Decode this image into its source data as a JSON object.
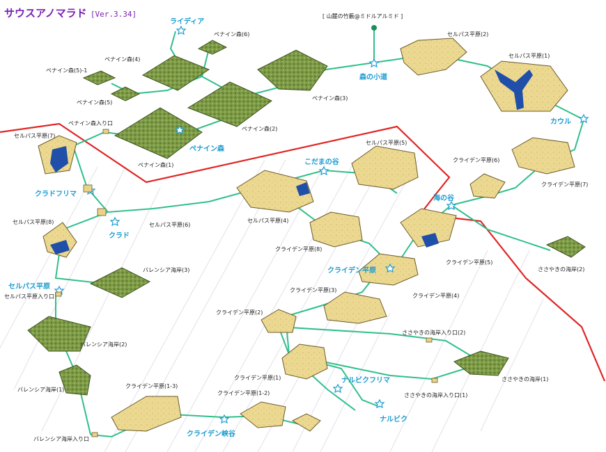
{
  "header": {
    "title": "サウスアノマラド",
    "version": "[Ver.3.34]"
  },
  "colors": {
    "route": "#2fbf8a",
    "border": "#e02424",
    "forest": "#7a9a45",
    "field": "#e8d389",
    "water": "#1f4fa8",
    "town": "#1a9bd1"
  },
  "areas": [
    {
      "id": "penain6",
      "label": "ペナイン森(6)",
      "type": "forest"
    },
    {
      "id": "penain4",
      "label": "ペナイン森(4)",
      "type": "forest"
    },
    {
      "id": "penain5_1",
      "label": "ペナイン森(5)-1",
      "type": "forest"
    },
    {
      "id": "penain5",
      "label": "ペナイン森(5)",
      "type": "forest"
    },
    {
      "id": "penain3",
      "label": "ペナイン森(3)",
      "type": "forest"
    },
    {
      "id": "penain2",
      "label": "ペナイン森(2)",
      "type": "forest"
    },
    {
      "id": "penain1",
      "label": "ペナイン森(1)",
      "type": "forest"
    },
    {
      "id": "penain_entrance",
      "label": "ペナイン森入り口",
      "type": "forest"
    },
    {
      "id": "selpas2",
      "label": "セルパス平原(2)",
      "type": "field"
    },
    {
      "id": "selpas1",
      "label": "セルパス平原(1)",
      "type": "field"
    },
    {
      "id": "selpas7",
      "label": "セルパス平原(7)",
      "type": "field"
    },
    {
      "id": "selpas5",
      "label": "セルパス平原(5)",
      "type": "field"
    },
    {
      "id": "selpas4",
      "label": "セルパス平原(4)",
      "type": "field"
    },
    {
      "id": "selpas6",
      "label": "セルパス平原(6)",
      "type": "field"
    },
    {
      "id": "selpas8",
      "label": "セルパス平原(8)",
      "type": "field"
    },
    {
      "id": "selpas_entrance",
      "label": "セルパス平原入り口",
      "type": "field"
    },
    {
      "id": "kraiden6",
      "label": "クライデン平原(6)",
      "type": "field"
    },
    {
      "id": "kraiden7",
      "label": "クライデン平原(7)",
      "type": "field"
    },
    {
      "id": "kraiden8",
      "label": "クライデン平原(8)",
      "type": "field"
    },
    {
      "id": "kraiden5",
      "label": "クライデン平原(5)",
      "type": "field"
    },
    {
      "id": "kraiden3",
      "label": "クライデン平原(3)",
      "type": "field"
    },
    {
      "id": "kraiden4",
      "label": "クライデン平原(4)",
      "type": "field"
    },
    {
      "id": "kraiden2",
      "label": "クライデン平原(2)",
      "type": "field"
    },
    {
      "id": "kraiden1",
      "label": "クライデン平原(1)",
      "type": "field"
    },
    {
      "id": "kraiden1_2",
      "label": "クライデン平原(1-2)",
      "type": "field"
    },
    {
      "id": "kraiden1_3",
      "label": "クライデン平原(1-3)",
      "type": "field"
    },
    {
      "id": "valencia3",
      "label": "バレンシア海岸(3)",
      "type": "forest"
    },
    {
      "id": "valencia2",
      "label": "バレンシア海岸(2)",
      "type": "forest"
    },
    {
      "id": "valencia1",
      "label": "バレンシア海岸(1)",
      "type": "forest"
    },
    {
      "id": "valencia_entrance",
      "label": "バレンシア海岸入り口",
      "type": "field"
    },
    {
      "id": "sasayaki2",
      "label": "ささやきの海岸(2)",
      "type": "forest"
    },
    {
      "id": "sasayaki1",
      "label": "ささやきの海岸(1)",
      "type": "forest"
    },
    {
      "id": "sasayaki_entrance2",
      "label": "ささやきの海岸入り口(2)",
      "type": "field"
    },
    {
      "id": "sasayaki_entrance1",
      "label": "ささやきの海岸入り口(1)",
      "type": "field"
    },
    {
      "id": "midoru",
      "label": "[ 山麓の竹藪@ミドルアルミド ]",
      "type": "portal"
    }
  ],
  "towns": [
    {
      "id": "raiditia",
      "label": "ライディア"
    },
    {
      "id": "morinokomichi",
      "label": "森の小道"
    },
    {
      "id": "penainmori",
      "label": "ペナイン森"
    },
    {
      "id": "kaul",
      "label": "カウル"
    },
    {
      "id": "kodamanotani",
      "label": "こだまの谷"
    },
    {
      "id": "uminotani",
      "label": "海の谷"
    },
    {
      "id": "kuradofurima",
      "label": "クラドフリマ"
    },
    {
      "id": "kurado",
      "label": "クラド"
    },
    {
      "id": "selpasheigen",
      "label": "セルパス平原"
    },
    {
      "id": "kraidenheigen",
      "label": "クライデン平原"
    },
    {
      "id": "narubikufurima",
      "label": "ナルビクフリマ"
    },
    {
      "id": "narubiku",
      "label": "ナルビク"
    },
    {
      "id": "kraidenkyoukoku",
      "label": "クライデン峡谷"
    }
  ]
}
